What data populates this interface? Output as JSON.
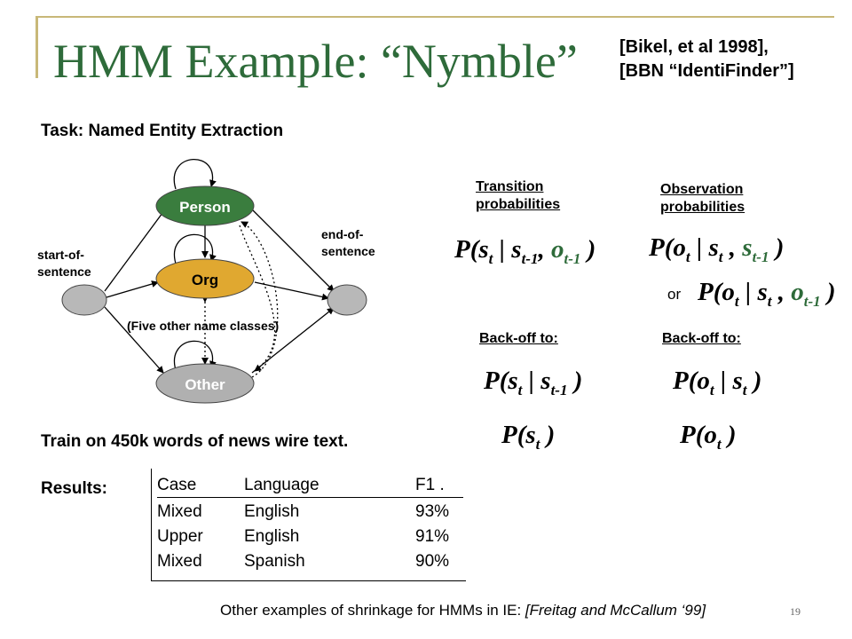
{
  "slide": {
    "title": "HMM Example: “Nymble”",
    "citation_line1": "[Bikel, et al 1998],",
    "citation_line2": "[BBN “IdentiFinder”]",
    "task": "Task: Named Entity Extraction",
    "page_number": "19"
  },
  "diagram": {
    "start_label_line1": "start-of-",
    "start_label_line2": "sentence",
    "end_label_line1": "end-of-",
    "end_label_line2": "sentence",
    "nodes": {
      "person": "Person",
      "org": "Org",
      "other": "Other"
    },
    "five_other": "(Five other name classes)",
    "colors": {
      "person": "#3a7d3e",
      "org": "#e0a830",
      "other": "#b0b0b0",
      "endpoints": "#b8b8b8",
      "title": "#2e6b3a"
    }
  },
  "probabilities": {
    "transition_header_line1": "Transition",
    "transition_header_line2": "probabilities",
    "observation_header_line1": "Observation",
    "observation_header_line2": "probabilities",
    "or": "or",
    "backoff_left": "Back-off to:",
    "backoff_right": "Back-off to:"
  },
  "train": "Train on 450k words of news wire text.",
  "results": {
    "label": "Results:",
    "headers": [
      "Case",
      "Language",
      "F1 ."
    ],
    "rows": [
      [
        "Mixed",
        "English",
        "93%"
      ],
      [
        "Upper",
        "English",
        "91%"
      ],
      [
        "Mixed",
        "Spanish",
        "90%"
      ]
    ]
  },
  "footer": {
    "prefix": "Other examples of shrinkage for HMMs in IE: ",
    "ref": "[Freitag and McCallum ‘99]"
  }
}
